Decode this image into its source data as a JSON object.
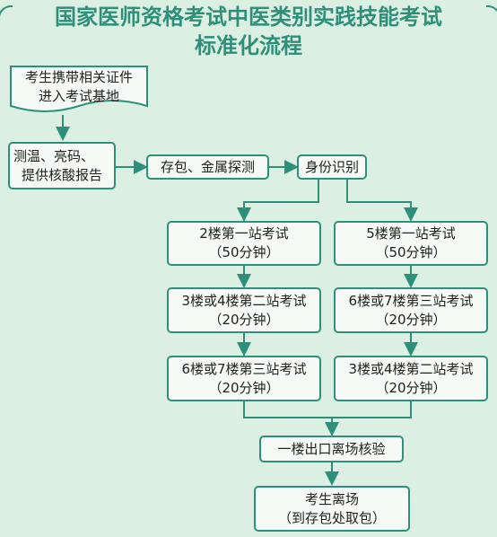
{
  "title": {
    "line1": "国家医师资格考试中医类别实践技能考试",
    "line2": "标准化流程"
  },
  "steps": {
    "enter": {
      "line1": "考生携带相关证件",
      "line2": "进入考试基地"
    },
    "check": {
      "line1": "测温、亮码、",
      "line2": "提供核酸报告"
    },
    "bag": {
      "label": "存包、金属探测"
    },
    "id": {
      "label": "身份识别"
    },
    "left1": {
      "line1": "2楼第一站考试",
      "line2": "（50分钟）"
    },
    "right1": {
      "line1": "5楼第一站考试",
      "line2": "（50分钟）"
    },
    "left2": {
      "line1": "3楼或4楼第二站考试",
      "line2": "（20分钟）"
    },
    "right2": {
      "line1": "6楼或7楼第三站考试",
      "line2": "（20分钟）"
    },
    "left3": {
      "line1": "6楼或7楼第三站考试",
      "line2": "（20分钟）"
    },
    "right3": {
      "line1": "3楼或4楼第二站考试",
      "line2": "（20分钟）"
    },
    "exitcheck": {
      "label": "一楼出口离场核验"
    },
    "leave": {
      "line1": "考生离场",
      "line2": "（到存包处取包）"
    }
  },
  "colors": {
    "accent": "#2e8f7a",
    "background": "#dcefe3",
    "box": "#f5faf6"
  }
}
